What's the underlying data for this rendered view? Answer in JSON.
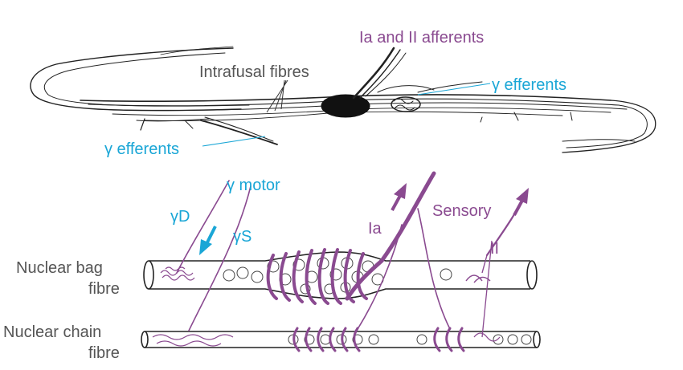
{
  "colors": {
    "gray_text": "#555555",
    "purple": "#8a4a90",
    "blue": "#1aa6d6",
    "ink": "#222222"
  },
  "top": {
    "ia_ii_afferents": "Ia and II afferents",
    "intrafusal_fibres": "Intrafusal fibres",
    "gamma_efferents_right": "γ  efferents",
    "gamma_efferents_left": "γ efferents"
  },
  "bottom": {
    "gamma_motor": "γ motor",
    "gamma_d": "γD",
    "gamma_s": "γS",
    "ia": "Ia",
    "sensory": "Sensory",
    "ii": "II",
    "nuclear_bag_line1": "Nuclear bag",
    "nuclear_bag_line2": "fibre",
    "nuclear_chain_line1": "Nuclear chain",
    "nuclear_chain_line2": "fibre"
  }
}
